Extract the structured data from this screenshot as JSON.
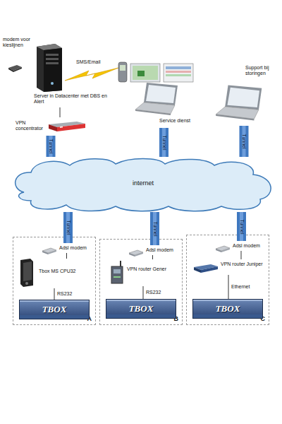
{
  "diagram": {
    "nodes": [
      {
        "text": [
          "Server in Datacenter met DBS en Alert"
        ]
      },
      {
        "text": [
          "modem voor kieslijnen"
        ]
      },
      {
        "text": [
          "VPN concentrator"
        ]
      },
      {
        "text": [
          "Service dienst"
        ]
      },
      {
        "text": [
          "Support bij storingen"
        ]
      },
      {
        "text": [
          "internet"
        ]
      },
      {
        "text": [
          "A"
        ]
      },
      {
        "text": [
          "Adsl modem"
        ],
        "in": 6
      },
      {
        "text": [
          "Tbox MS CPU32"
        ],
        "in": 6
      },
      {
        "text": [
          "TBOX"
        ],
        "in": 6
      },
      {
        "text": [
          "B"
        ]
      },
      {
        "text": [
          "Adsl modem"
        ],
        "in": 10
      },
      {
        "text": [
          "VPN router Gener"
        ],
        "in": 10
      },
      {
        "text": [
          "TBOX"
        ],
        "in": 10
      },
      {
        "text": [
          "C"
        ]
      },
      {
        "text": [
          "Adsl modem"
        ],
        "in": 14
      },
      {
        "text": [
          "VPN router Juniper"
        ],
        "in": 14
      },
      {
        "text": [
          "TBOX"
        ],
        "in": 14
      }
    ],
    "edges": [
      {
        "from": 0,
        "to": 2,
        "arrow": "none"
      },
      {
        "from": 2,
        "to": 5,
        "label": "Tunnel",
        "arrow": "none"
      },
      {
        "from": 3,
        "to": 5,
        "label": "Tunnel",
        "arrow": "none"
      },
      {
        "from": 4,
        "to": 5,
        "label": "Tunnel",
        "arrow": "none"
      },
      {
        "from": 5,
        "to": 7,
        "label": "Tunnel",
        "arrow": "none"
      },
      {
        "from": 5,
        "to": 11,
        "label": "Tunnel",
        "arrow": "none"
      },
      {
        "from": 5,
        "to": 15,
        "label": "Tunnel",
        "arrow": "none"
      },
      {
        "from": 7,
        "to": 8,
        "arrow": "none"
      },
      {
        "from": 8,
        "to": 9,
        "label": "RS232",
        "arrow": "none"
      },
      {
        "from": 11,
        "to": 12,
        "arrow": "none"
      },
      {
        "from": 12,
        "to": 13,
        "label": "RS232",
        "arrow": "none"
      },
      {
        "from": 15,
        "to": 16,
        "arrow": "none"
      },
      {
        "from": 16,
        "to": 17,
        "label": "Ethernet",
        "arrow": "none"
      }
    ],
    "labels": [
      "SMS/Email"
    ]
  }
}
